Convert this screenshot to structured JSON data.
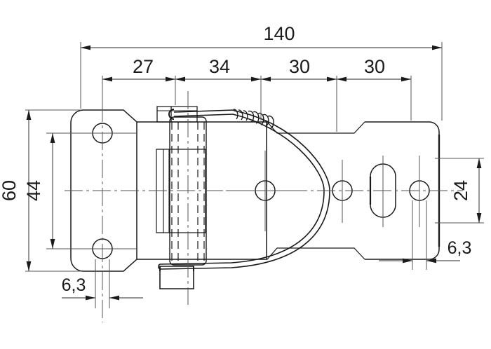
{
  "drawing": {
    "title": "Technical dimensioned drawing - latch / clamp assembly",
    "units_note": "",
    "line_color": "#3c3c3c",
    "outline_color": "#1a1a1a",
    "text_color": "#1a1a1a",
    "background": "#ffffff"
  },
  "dimensions": {
    "overall_length": "140",
    "segment_1": "27",
    "segment_2": "34",
    "segment_3": "30",
    "segment_4": "30",
    "overall_height": "60",
    "hole_spacing_height": "44",
    "right_height": "24",
    "left_hole_dia": "6,3",
    "right_hole_dia": "6,3"
  },
  "labels": {
    "d140": "140",
    "d27": "27",
    "d34": "34",
    "d30a": "30",
    "d30b": "30",
    "d60": "60",
    "d44": "44",
    "d24": "24",
    "d63_left": "6,3",
    "d63_right": "6,3"
  },
  "features": {
    "left_plate": "left-mounting-plate",
    "left_hole_top": "left-plate-upper-hole",
    "left_hole_bottom": "left-plate-lower-hole",
    "body_block": "main-body-block",
    "cylinder": "cylindrical-barrel",
    "center_hole": "body-center-hole",
    "wire_loop": "wire-bail-loop",
    "spring_coil": "spring-coil-section",
    "hook_eye": "wire-hook-eye",
    "right_plate": "right-mounting-plate",
    "right_slot": "right-plate-slot",
    "right_hole_inner": "right-plate-inner-hole",
    "right_hole_outer": "right-plate-outer-hole",
    "bottom_stud": "bottom-stud",
    "top_cap": "top-cap-plate",
    "centerline": "horizontal-centerline"
  },
  "chart_data": {
    "type": "table",
    "title": "Dimensioned technical drawing",
    "categories": [
      "140",
      "27",
      "34",
      "30",
      "30",
      "60",
      "44",
      "24",
      "6,3",
      "6,3"
    ],
    "values": [
      140,
      27,
      34,
      30,
      30,
      60,
      44,
      24,
      6.3,
      6.3
    ]
  }
}
